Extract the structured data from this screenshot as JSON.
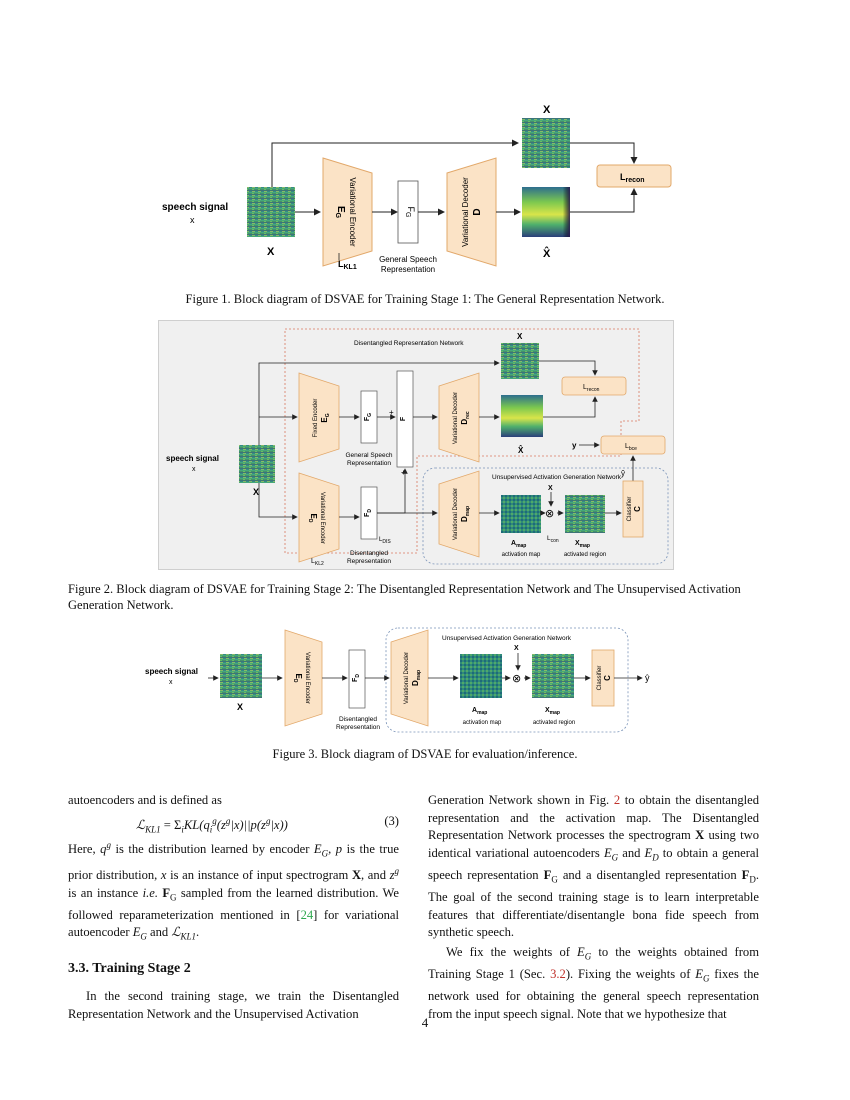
{
  "fig1": {
    "caption": "Figure 1. Block diagram of  DSVAE  for Training Stage 1: The General Representation Network.",
    "speech_signal": "speech signal",
    "x_small": "x",
    "X_in": "X",
    "encoder_label": "Variational Encoder",
    "encoder_sym": "E",
    "encoder_sub": "G",
    "F_sym": "F",
    "F_sub": "G",
    "decoder_label": "Variational Decoder",
    "decoder_sym": "D",
    "L_kl": "L",
    "L_kl_sub": "KL1",
    "general_repr_1": "General Speech",
    "general_repr_2": "Representation",
    "X_top": "X",
    "X_hat": "X̂",
    "L_recon": "L",
    "L_recon_sub": "recon"
  },
  "fig2": {
    "caption": "Figure 2. Block diagram of  DSVAE  for Training Stage 2: The Disentangled Representation Network and The Unsupervised Activation Generation Network.",
    "drn_title": "Disentangled Representation Network",
    "uagn_title": "Unsupervised Activation Generation Network",
    "speech_signal": "speech signal",
    "x_small": "x",
    "X_in": "X",
    "fixed_encoder": "Fixed Encoder",
    "EG_sym": "E",
    "EG_sub": "G",
    "var_encoder": "Variational Encoder",
    "ED_sym": "E",
    "ED_sub": "D",
    "FG_sym": "F",
    "FG_sub": "G",
    "FD_sym": "F",
    "FD_sub": "D",
    "F_concat": "F",
    "plus": "+",
    "general_repr_1": "General Speech",
    "general_repr_2": "Representation",
    "dis_repr_1": "Disentangled",
    "dis_repr_2": "Representation",
    "L_kl2": "L",
    "L_kl2_sub": "KL2",
    "L_dis": "L",
    "L_dis_sub": "DIS",
    "var_decoder": "Variational Decoder",
    "Drec_sym": "D",
    "Drec_sub": "rec",
    "Dmap_sym": "D",
    "Dmap_sub": "map",
    "X_top": "X",
    "X_hat": "X̂",
    "L_recon": "L",
    "L_recon_sub": "recon",
    "y_label": "y",
    "L_bce": "L",
    "L_bce_sub": "bce",
    "y_hat": "ŷ",
    "classifier": "Classifier",
    "C_sym": "C",
    "X_mult": "X",
    "otimes": "⊗",
    "L_con": "L",
    "L_con_sub": "con",
    "A_sym": "A",
    "A_sub": "map",
    "A_desc": "activation map",
    "Xmap_sym": "X",
    "Xmap_sub": "map",
    "Xmap_desc": "activated region"
  },
  "fig3": {
    "caption": "Figure 3. Block diagram of  DSVAE  for evaluation/inference.",
    "speech_signal": "speech signal",
    "x_small": "x",
    "X_in": "X",
    "var_encoder": "Variational Encoder",
    "ED_sym": "E",
    "ED_sub": "D",
    "FD_sym": "F",
    "FD_sub": "D",
    "dis_repr_1": "Disentangled",
    "dis_repr_2": "Representation",
    "uagn_title": "Unsupervised Activation Generation Network",
    "var_decoder": "Variational Decoder",
    "Dmap_sym": "D",
    "Dmap_sub": "map",
    "X_mult": "X",
    "otimes": "⊗",
    "A_sym": "A",
    "A_sub": "map",
    "A_desc": "activation map",
    "Xmap_sym": "X",
    "Xmap_sub": "map",
    "Xmap_desc": "activated region",
    "classifier": "Classifier",
    "C_sym": "C",
    "y_hat": "ŷ"
  },
  "text": {
    "left_intro": "autoencoders and is defined as",
    "eq_number": "(3)",
    "para1_a": "Here, ",
    "para1_b": " is the distribution learned by encoder ",
    "para1_c": ", ",
    "para1_d": " is the true prior distribution, ",
    "para1_e": " is an instance of input spectrogram ",
    "para1_f": ", and ",
    "para1_g": " is an instance ",
    "para1_ie": "i.e.",
    "para1_h": " sampled from the learned distribution. We followed reparameterization mentioned in [",
    "para1_ref": "24",
    "para1_i": "] for variational autoencoder ",
    "para1_j": " and ",
    "section_title": "3.3. Training Stage 2",
    "para2": "In the second training stage, we train the Disentangled Representation Network and the Unsupervised Activation",
    "right_p1_a": "Generation Network shown in  Fig. ",
    "right_p1_ref": "2",
    "right_p1_b": " to obtain the disentangled representation and the activation map. The Disentangled Representation Network processes the spectrogram ",
    "right_p1_c": " using two identical variational autoencoders ",
    "right_p1_d": " and ",
    "right_p1_e": " to obtain a general speech representation ",
    "right_p1_f": " and a disentangled representation ",
    "right_p1_g": ". The goal of the second training stage is to learn interpretable features that differentiate/disentangle bona fide speech from synthetic speech.",
    "right_p2_a": "We fix the weights of ",
    "right_p2_b": " to the weights obtained from Training Stage 1 (Sec. ",
    "right_p2_ref": "3.2",
    "right_p2_c": "). Fixing the weights of ",
    "right_p2_d": " fixes the network used for obtaining the general speech representation from the input speech signal. Note that we hypothesize that",
    "page_number": "4"
  },
  "colors": {
    "block_fill": "#fbe3c6",
    "block_stroke": "#e2a86a",
    "dashed_red": "#d9785f",
    "dashed_blue": "#7a93b8",
    "link_red": "#c0322b",
    "link_green": "#2fa84f",
    "spec_dark": "#3b1d5e",
    "spec_mid": "#2a8c8a",
    "spec_light": "#b8de3a"
  }
}
